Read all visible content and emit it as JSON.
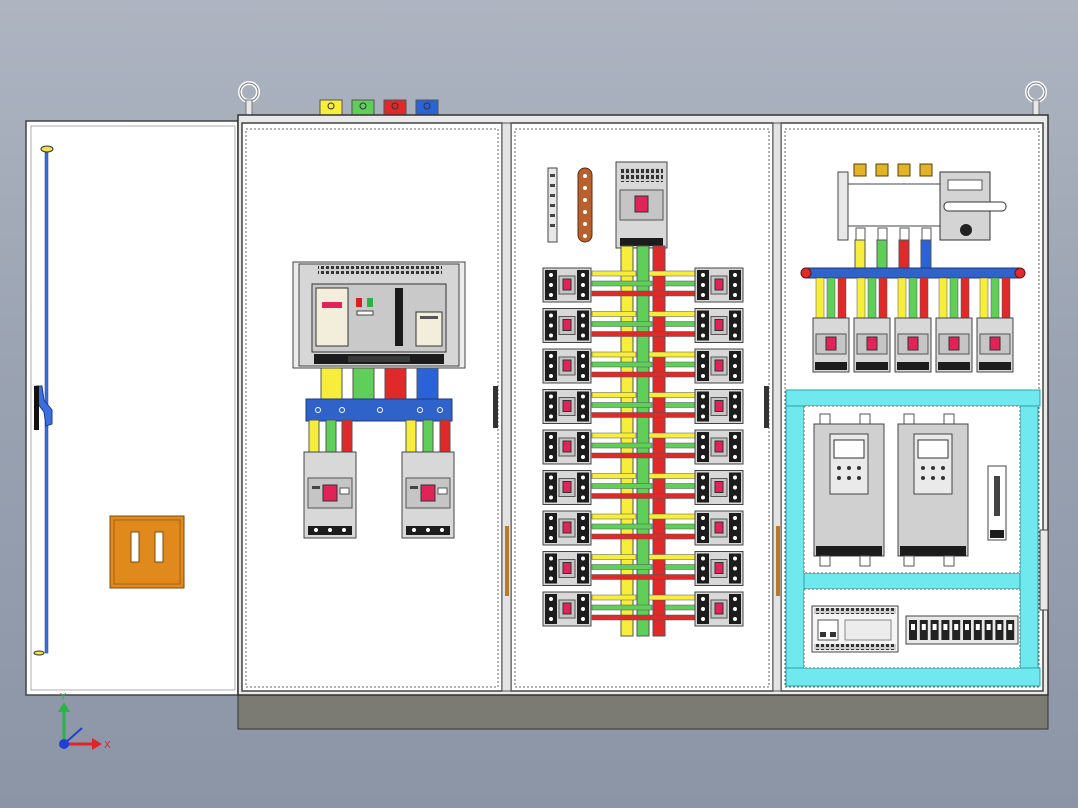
{
  "viewport": {
    "background": "#9aa3b2",
    "axis_triad": {
      "x_label": "X",
      "y_label": "Y",
      "x_color": "#e0242a",
      "y_color": "#2bb34a",
      "origin_color": "#1f3fd6"
    }
  },
  "colors": {
    "phase_yellow": "#f6ee3a",
    "phase_green": "#5fcf59",
    "phase_red": "#e02a2a",
    "phase_blue": "#2a62d8",
    "busbar_blue": "#2f63c9",
    "cabinet_fill": "#ffffff",
    "cabinet_frame": "#444444",
    "plinth": "#7b7b73",
    "cyan_rail": "#6fe8ee",
    "terminal_box": "#e08a1e",
    "breaker_body": "#d8d8d8",
    "breaker_handle": "#e0245a",
    "hinge_door_rod": "#3a6fe0"
  },
  "cabinet": {
    "top_phase_markers": [
      "yellow",
      "green",
      "red",
      "blue"
    ],
    "sections": [
      {
        "id": "door",
        "components": [
          "door-rod",
          "door-handle",
          "terminal-box"
        ]
      },
      {
        "id": "incoming",
        "components": [
          "air-circuit-breaker",
          "distribution-busbar",
          "moulded-case-breakers"
        ],
        "mccb_count": 2
      },
      {
        "id": "feeders",
        "components": [
          "main-breaker",
          "vertical-busbars",
          "feeder-breakers"
        ],
        "feeder_rows": 9,
        "breakers_per_row": 2
      },
      {
        "id": "drives",
        "components": [
          "changeover-switch",
          "busbar",
          "mccb-row",
          "variable-frequency-drives",
          "plc",
          "terminal-strip"
        ],
        "mccb_count": 5,
        "vfd_count": 2
      }
    ],
    "lifting_eyes": 2
  }
}
